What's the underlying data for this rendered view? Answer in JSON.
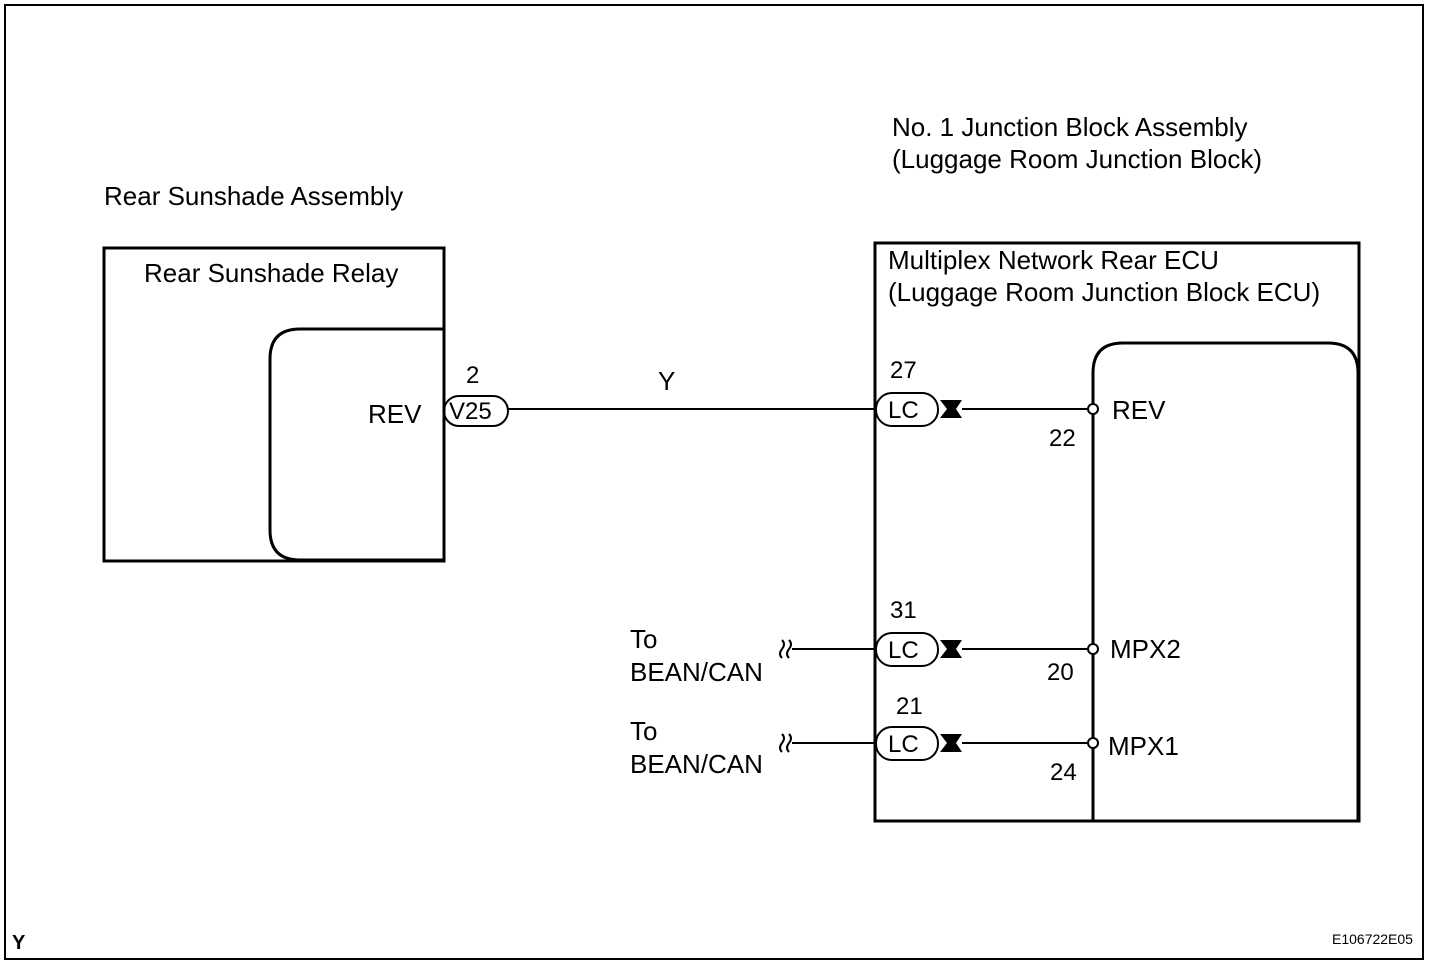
{
  "labels": {
    "rear_sunshade_assembly": "Rear Sunshade Assembly",
    "rear_sunshade_relay": "Rear Sunshade Relay",
    "junction_block_line1": "No. 1 Junction Block Assembly",
    "junction_block_line2": "(Luggage Room Junction Block)",
    "ecu_line1": "Multiplex Network Rear ECU",
    "ecu_line2": "(Luggage Room Junction Block ECU)",
    "relay_terminal": "REV",
    "ecu_terminal_rev": "REV",
    "ecu_terminal_mpx2": "MPX2",
    "ecu_terminal_mpx1": "MPX1",
    "to1": "To",
    "bean_can1": "BEAN/CAN",
    "to2": "To",
    "bean_can2": "BEAN/CAN",
    "wire_color": "Y",
    "corner_letter": "Y",
    "figure_code": "E106722E05"
  },
  "connectors": {
    "v25": {
      "name": "V25",
      "pin": "2"
    },
    "lc_rev": {
      "name": "LC",
      "pin": "27",
      "ecu_pin": "22"
    },
    "lc_mpx2": {
      "name": "LC",
      "pin": "31",
      "ecu_pin": "20"
    },
    "lc_mpx1": {
      "name": "LC",
      "pin": "21",
      "ecu_pin": "24"
    }
  }
}
